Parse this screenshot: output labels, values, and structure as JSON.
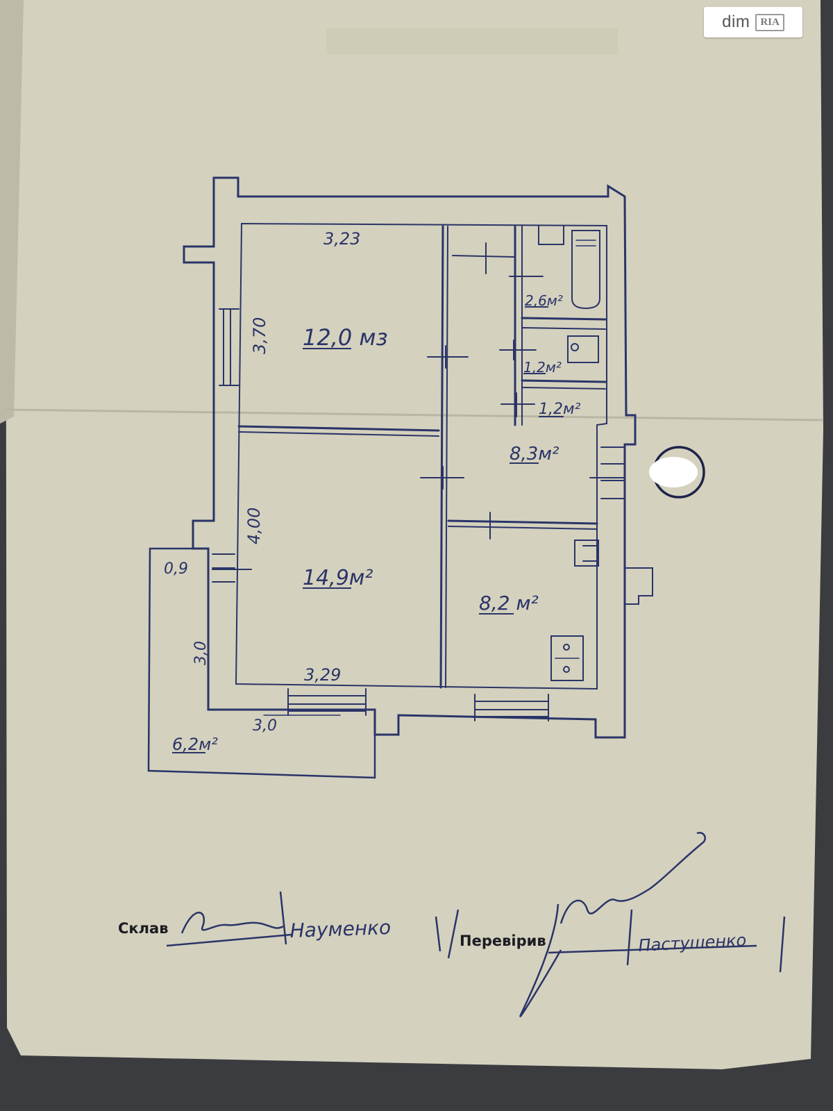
{
  "rooms": [
    {
      "label": "12,0 мз"
    },
    {
      "label": "14,9м²"
    },
    {
      "label": "8,3м²"
    },
    {
      "label": "8,2 м²"
    },
    {
      "label": "2,6м²"
    },
    {
      "label": "1,2м²"
    },
    {
      "label": "1,2м²"
    },
    {
      "label": "6,2м²"
    }
  ],
  "dimensions": {
    "top_width": "3,23",
    "room1_height": "3,70",
    "room2_height": "4,00",
    "room2_width": "3,29",
    "balcony_depth": "0,9",
    "balcony_side": "3,0",
    "balcony_width": "3,0"
  },
  "signatures": {
    "compiled_label": "Склав",
    "compiled_name": "Науменко",
    "checked_label": "Перевірив",
    "checked_name": "Пастушенко"
  },
  "watermark": {
    "brand": "dim",
    "badge": "RIA"
  },
  "colors": {
    "paper": "#d4d1be",
    "ink": "#2a3468",
    "background": "#3a3c40"
  }
}
